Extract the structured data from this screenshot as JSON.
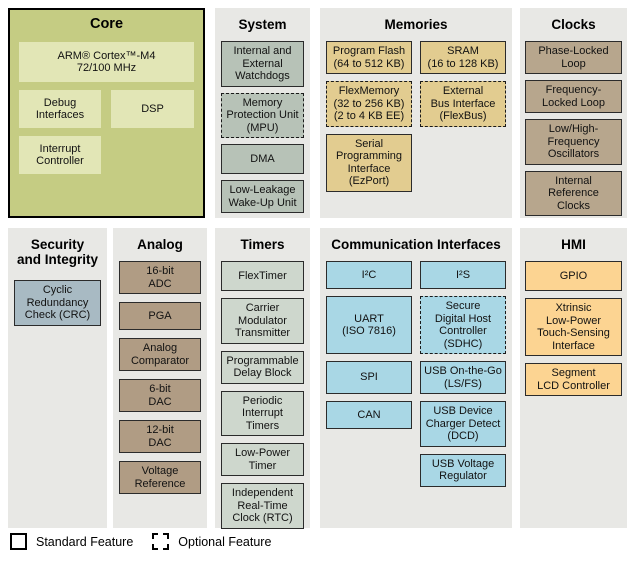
{
  "palette": {
    "core_bg": "#c5cc83",
    "core_box_bg": "#e2e6b6",
    "panel_bg": "#e8e8e5",
    "system_box": "#b7c2b7",
    "memories_box": "#e2cc90",
    "clocks_box": "#b7a68d",
    "security_box": "#a8bac3",
    "analog_box": "#b09c84",
    "timers_box": "#ced7cd",
    "comm_box": "#a9d7e5",
    "hmi_box": "#fcd492",
    "border": "#2b2b2b"
  },
  "legend": {
    "standard_label": "Standard Feature",
    "optional_label": "Optional Feature"
  },
  "sections": {
    "core": {
      "title": "Core",
      "boxes": [
        {
          "label": "ARM® Cortex™-M4\n72/100 MHz"
        },
        {
          "label": "Debug\nInterfaces"
        },
        {
          "label": "DSP"
        },
        {
          "label": "Interrupt\nController"
        }
      ]
    },
    "system": {
      "title": "System",
      "boxes": [
        {
          "label": "Internal and\nExternal\nWatchdogs"
        },
        {
          "label": "Memory\nProtection Unit\n(MPU)",
          "optional": true
        },
        {
          "label": "DMA"
        },
        {
          "label": "Low-Leakage\nWake-Up Unit"
        }
      ]
    },
    "memories": {
      "title": "Memories",
      "boxes": [
        {
          "label": "Program Flash\n(64 to 512 KB)"
        },
        {
          "label": "SRAM\n(16 to 128 KB)"
        },
        {
          "label": "FlexMemory\n(32 to 256 KB)\n(2 to 4 KB EE)",
          "optional": true
        },
        {
          "label": "External\nBus Interface\n(FlexBus)",
          "optional": true
        },
        {
          "label": "Serial\nProgramming\nInterface\n(EzPort)"
        }
      ]
    },
    "clocks": {
      "title": "Clocks",
      "boxes": [
        {
          "label": "Phase-Locked\nLoop"
        },
        {
          "label": "Frequency-\nLocked Loop"
        },
        {
          "label": "Low/High-\nFrequency\nOscillators"
        },
        {
          "label": "Internal\nReference\nClocks"
        }
      ]
    },
    "security": {
      "title": "Security\nand Integrity",
      "boxes": [
        {
          "label": "Cyclic\nRedundancy\nCheck (CRC)"
        }
      ]
    },
    "analog": {
      "title": "Analog",
      "boxes": [
        {
          "label": "16-bit\nADC"
        },
        {
          "label": "PGA"
        },
        {
          "label": "Analog\nComparator"
        },
        {
          "label": "6-bit\nDAC"
        },
        {
          "label": "12-bit\nDAC"
        },
        {
          "label": "Voltage\nReference"
        }
      ]
    },
    "timers": {
      "title": "Timers",
      "boxes": [
        {
          "label": "FlexTimer"
        },
        {
          "label": "Carrier\nModulator\nTransmitter"
        },
        {
          "label": "Programmable\nDelay Block"
        },
        {
          "label": "Periodic\nInterrupt\nTimers"
        },
        {
          "label": "Low-Power\nTimer"
        },
        {
          "label": "Independent\nReal-Time\nClock (RTC)"
        }
      ]
    },
    "comm": {
      "title": "Communication Interfaces",
      "left": [
        {
          "label": "I²C"
        },
        {
          "label": "UART\n(ISO 7816)"
        },
        {
          "label": "SPI"
        },
        {
          "label": "CAN"
        }
      ],
      "right": [
        {
          "label": "I²S"
        },
        {
          "label": "Secure\nDigital Host\nController\n(SDHC)",
          "optional": true
        },
        {
          "label": "USB On-the-Go\n(LS/FS)"
        },
        {
          "label": "USB Device\nCharger Detect\n(DCD)"
        },
        {
          "label": "USB Voltage\nRegulator"
        }
      ]
    },
    "hmi": {
      "title": "HMI",
      "boxes": [
        {
          "label": "GPIO"
        },
        {
          "label": "Xtrinsic\nLow-Power\nTouch-Sensing\nInterface"
        },
        {
          "label": "Segment\nLCD Controller"
        }
      ]
    }
  }
}
